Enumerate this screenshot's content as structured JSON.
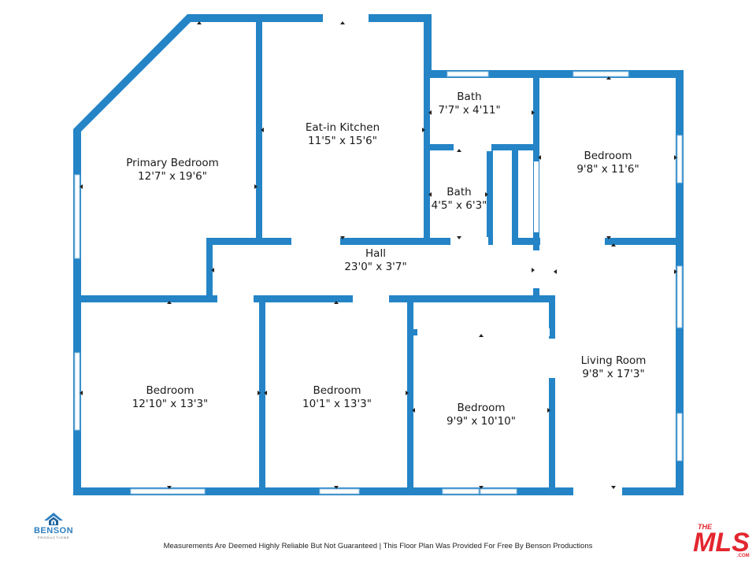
{
  "rooms": {
    "primary_bedroom": {
      "name": "Primary Bedroom",
      "dims": "12'7\" x 19'6\""
    },
    "kitchen": {
      "name": "Eat-in Kitchen",
      "dims": "11'5\" x 15'6\""
    },
    "bath_upper": {
      "name": "Bath",
      "dims": "7'7\" x 4'11\""
    },
    "bath_lower": {
      "name": "Bath",
      "dims": "4'5\" x 6'3\""
    },
    "bedroom_ne": {
      "name": "Bedroom",
      "dims": "9'8\" x 11'6\""
    },
    "hall": {
      "name": "Hall",
      "dims": "23'0\" x 3'7\""
    },
    "bedroom_sw": {
      "name": "Bedroom",
      "dims": "12'10\" x 13'3\""
    },
    "bedroom_s_mid": {
      "name": "Bedroom",
      "dims": "10'1\" x 13'3\""
    },
    "bedroom_s_right": {
      "name": "Bedroom",
      "dims": "9'9\" x 10'10\""
    },
    "living_room": {
      "name": "Living Room",
      "dims": "9'8\" x 17'3\""
    }
  },
  "footer": {
    "disclaimer": "Measurements Are Deemed Highly Reliable But Not Guaranteed | This Floor Plan Was Provided For Free By Benson Productions"
  },
  "logos": {
    "benson_name": "BENSON",
    "benson_sub": "PRODUCTIONS",
    "mls_text": "THE MLS .COM"
  },
  "colors": {
    "wall": "#2484c6",
    "mls_red": "#e3262e"
  }
}
